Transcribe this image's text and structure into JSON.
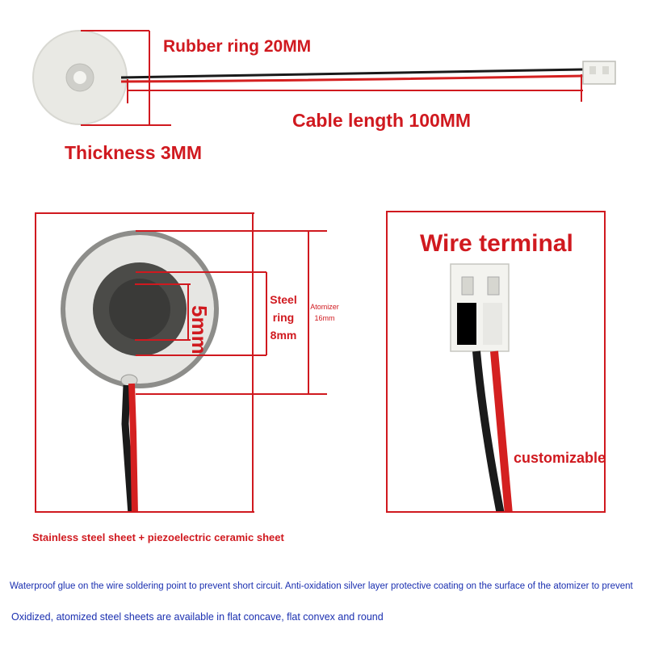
{
  "top": {
    "rubber_ring": "Rubber ring 20MM",
    "cable_length": "Cable length 100MM",
    "thickness": "Thickness 3MM"
  },
  "left_panel": {
    "inner_dim": "5mm",
    "steel_ring_line1": "Steel",
    "steel_ring_line2": "ring",
    "steel_ring_line3": "8mm",
    "atomizer_line1": "Atomizer",
    "atomizer_line2": "16mm",
    "caption": "Stainless steel sheet + piezoelectric ceramic sheet"
  },
  "right_panel": {
    "title": "Wire terminal",
    "customizable": "customizable"
  },
  "bottom": {
    "line1": "Waterproof glue on the wire soldering point to prevent short circuit. Anti-oxidation silver layer protective coating on the surface of the atomizer to prevent",
    "line2": "Oxidized, atomized steel sheets are available in flat concave, flat convex and round"
  },
  "colors": {
    "accent_red": "#d0191f",
    "text_blue": "#1a2fb0",
    "wire_red": "#d42020",
    "wire_black": "#1a1a1a"
  }
}
